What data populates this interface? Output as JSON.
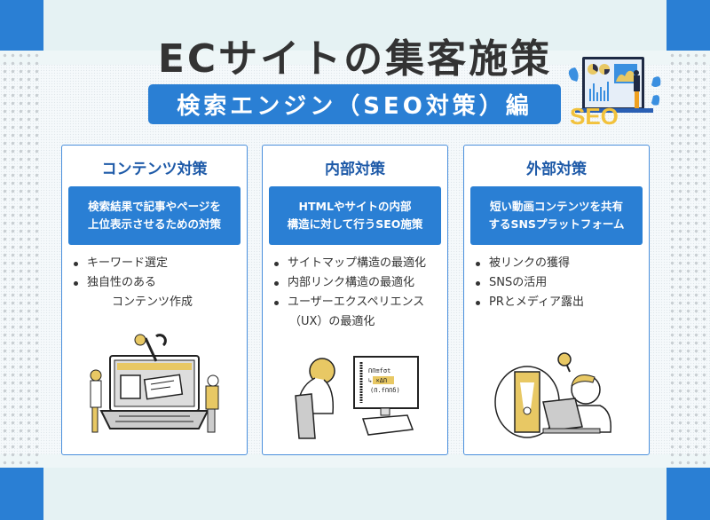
{
  "header": {
    "title": "ECサイトの集客施策",
    "subtitle": "検索エンジン（SEO対策）編",
    "hero_badge": "SEO"
  },
  "colors": {
    "accent_blue": "#2a7fd4",
    "card_title_blue": "#1e5aa8",
    "band_teal": "#e5f2f3",
    "text_dark": "#333333",
    "illustration_yellow": "#e8c864"
  },
  "cards": [
    {
      "title": "コンテンツ対策",
      "desc_line1": "検索結果で記事やページを",
      "desc_line2": "上位表示させるための対策",
      "items": [
        {
          "text": "キーワード選定",
          "cont": ""
        },
        {
          "text": "独自性のある",
          "cont": "コンテンツ作成"
        }
      ],
      "illustration": "people-fixing-laptop-icon"
    },
    {
      "title": "内部対策",
      "desc_line1": "HTMLやサイトの内部",
      "desc_line2": "構造に対して行うSEO施策",
      "items": [
        {
          "text": "サイトマップ構造の最適化",
          "cont": ""
        },
        {
          "text": "内部リンク構造の最適化",
          "cont": ""
        },
        {
          "text": "ユーザーエクスペリエンス",
          "cont": "（UX）の最適化"
        }
      ],
      "illustration": "person-coding-at-computer-icon"
    },
    {
      "title": "外部対策",
      "desc_line1": "短い動画コンテンツを共有",
      "desc_line2": "するSNSプラットフォーム",
      "items": [
        {
          "text": "被リンクの獲得",
          "cont": ""
        },
        {
          "text": "SNSの活用",
          "cont": ""
        },
        {
          "text": "PRとメディア露出",
          "cont": ""
        }
      ],
      "illustration": "person-with-phone-app-icon"
    }
  ]
}
